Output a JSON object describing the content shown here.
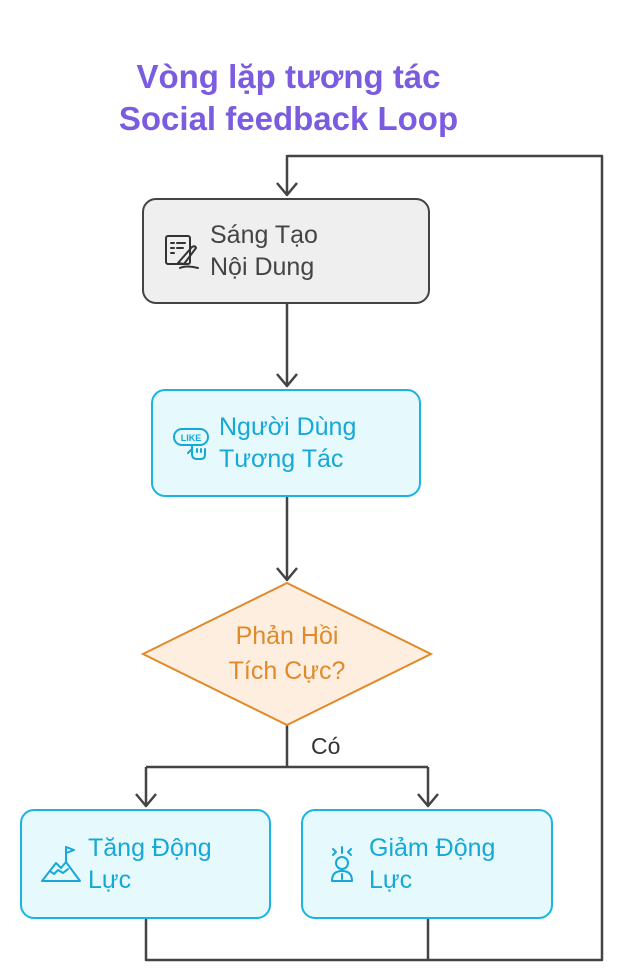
{
  "title": {
    "line1": "Vòng lặp tương tác",
    "line2": "Social feedback Loop"
  },
  "nodes": {
    "create": {
      "line1": "Sáng Tạo",
      "line2": "Nội Dung",
      "icon": "content-writing-icon"
    },
    "interact": {
      "line1": "Người Dùng",
      "line2": "Tương Tác",
      "icon": "like-hand-icon"
    },
    "decision": {
      "line1": "Phản Hồi",
      "line2": "Tích Cực?"
    },
    "increase": {
      "line1": "Tăng Động",
      "line2": "Lực",
      "icon": "mountain-flag-icon"
    },
    "decrease": {
      "line1": "Giảm Động",
      "line2": "Lực",
      "icon": "stressed-person-icon"
    }
  },
  "edges": {
    "yes_label": "Có"
  },
  "colors": {
    "title": "#7b5ce0",
    "gray_node_fill": "#efefef",
    "gray_node_border": "#444444",
    "blue_node_fill": "#e6f9fd",
    "blue_node_border": "#1ab4e3",
    "decision_fill": "#fdeee0",
    "decision_border": "#e08a2a"
  }
}
